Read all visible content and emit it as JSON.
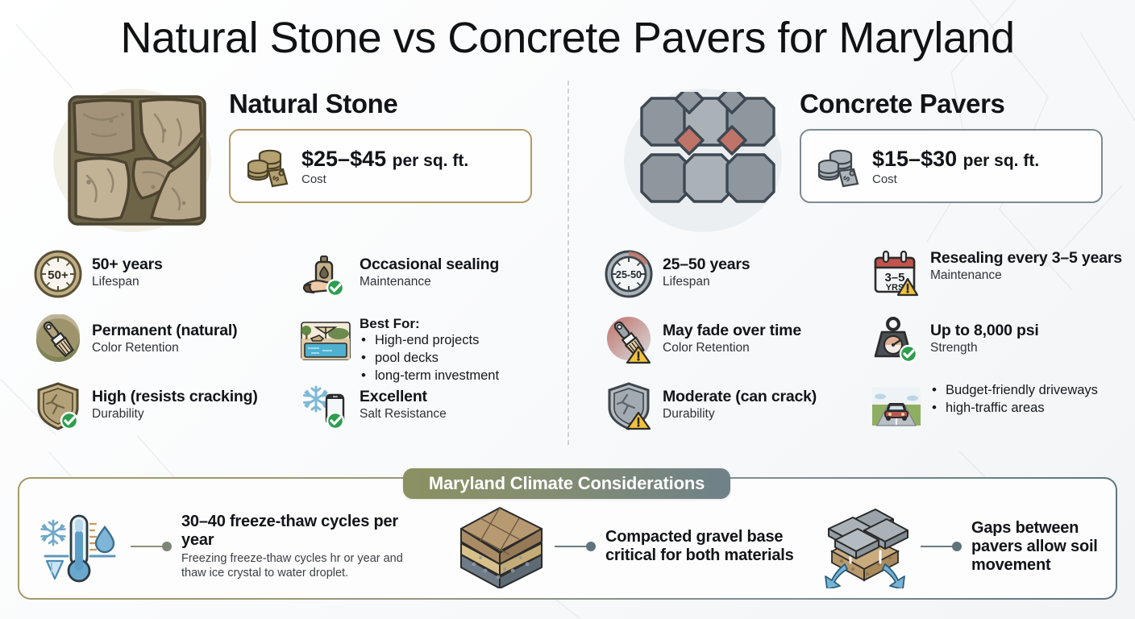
{
  "title": "Natural Stone vs Concrete Pavers for Maryland",
  "colors": {
    "stone_accent": "#b09a66",
    "paver_accent": "#7f8a92",
    "banner_pill_left": "#8b9162",
    "banner_pill_right": "#6f8189",
    "good_badge": "#2e9e4f",
    "warn_badge": "#f2c23e"
  },
  "left": {
    "hero_icon": "natural-stone-paving-icon",
    "heading": "Natural Stone",
    "cost": {
      "icon": "coins-price-tag-icon",
      "value": "$25–$45",
      "unit": "per sq. ft.",
      "label": "Cost"
    },
    "features": [
      {
        "icon": "clock-lifespan-icon",
        "icon_text": "50+",
        "main": "50+ years",
        "sub": "Lifespan",
        "badge": "none"
      },
      {
        "icon": "spray-bottle-hand-icon",
        "icon_text": "",
        "main": "Occasional sealing",
        "sub": "Maintenance",
        "badge": "check"
      },
      {
        "icon": "paintbrush-icon",
        "icon_text": "",
        "main": "Permanent (natural)",
        "sub": "Color Retention",
        "badge": "none"
      },
      {
        "icon": "pool-deck-icon",
        "icon_text": "",
        "main": "",
        "sub": "",
        "badge": "none",
        "list_title": "Best For:",
        "list": [
          "High-end projects",
          "pool decks",
          "long-term investment"
        ]
      },
      {
        "icon": "shield-cracked-icon",
        "icon_text": "",
        "main": "High (resists cracking)",
        "sub": "Durability",
        "badge": "check"
      },
      {
        "icon": "snowflake-salt-icon",
        "icon_text": "",
        "main": "Excellent",
        "sub": "Salt Resistance",
        "badge": "check"
      }
    ]
  },
  "right": {
    "hero_icon": "concrete-paver-pattern-icon",
    "heading": "Concrete Pavers",
    "cost": {
      "icon": "coins-price-tag-icon",
      "value": "$15–$30",
      "unit": "per sq. ft.",
      "label": "Cost"
    },
    "features": [
      {
        "icon": "clock-lifespan-icon",
        "icon_text": "25-50",
        "main": "25–50 years",
        "sub": "Lifespan",
        "badge": "none"
      },
      {
        "icon": "calendar-icon",
        "icon_text": "3–5",
        "icon_text2": "YRS",
        "main": "Resealing every 3–5 years",
        "sub": "Maintenance",
        "badge": "warn"
      },
      {
        "icon": "paintbrush-fade-icon",
        "icon_text": "",
        "main": "May fade over time",
        "sub": "Color Retention",
        "badge": "warn"
      },
      {
        "icon": "weight-gauge-icon",
        "icon_text": "",
        "main": "Up to 8,000 psi",
        "sub": "Strength",
        "badge": "check"
      },
      {
        "icon": "shield-cracked-icon",
        "icon_text": "",
        "main": "Moderate (can crack)",
        "sub": "Durability",
        "badge": "warn"
      },
      {
        "icon": "car-driveway-icon",
        "icon_text": "",
        "main": "",
        "sub": "",
        "badge": "none",
        "list_title": "",
        "list": [
          "Budget-friendly driveways",
          "high-traffic areas"
        ]
      }
    ]
  },
  "banner": {
    "pill_label": "Maryland Climate Considerations",
    "items": [
      {
        "icon": "thermometer-freeze-thaw-icon",
        "main": "30–40 freeze-thaw cycles per year",
        "sub": "Freezing freeze-thaw cycles hr or year and thaw ice crystal to water droplet."
      },
      {
        "icon": "gravel-base-layers-icon",
        "main": "Compacted gravel base critical for both materials",
        "sub": ""
      },
      {
        "icon": "pavers-soil-movement-icon",
        "main": "Gaps between pavers allow soil movement",
        "sub": ""
      }
    ]
  }
}
